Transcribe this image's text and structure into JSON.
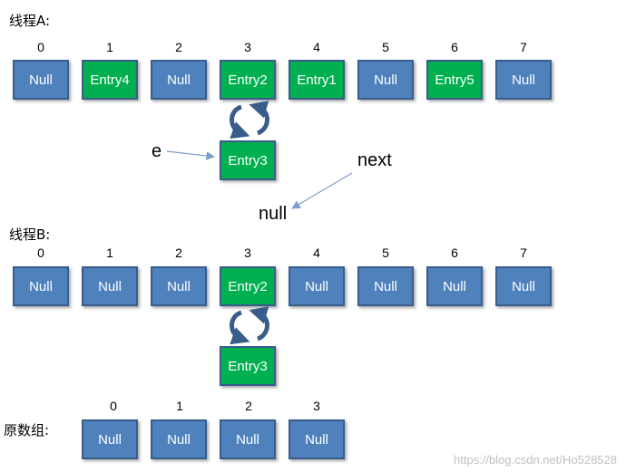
{
  "threadA": {
    "title": "线程A:",
    "indices": [
      "0",
      "1",
      "2",
      "3",
      "4",
      "5",
      "6",
      "7"
    ],
    "cells": [
      "Null",
      "Entry4",
      "Null",
      "Entry2",
      "Entry1",
      "Null",
      "Entry5",
      "Null"
    ],
    "chain_entry": "Entry3",
    "pointer_e": "e",
    "pointer_next": "next",
    "null_label": "null"
  },
  "threadB": {
    "title": "线程B:",
    "indices": [
      "0",
      "1",
      "2",
      "3",
      "4",
      "5",
      "6",
      "7"
    ],
    "cells": [
      "Null",
      "Null",
      "Null",
      "Entry2",
      "Null",
      "Null",
      "Null",
      "Null"
    ],
    "chain_entry": "Entry3"
  },
  "original": {
    "title": "原数组:",
    "indices": [
      "0",
      "1",
      "2",
      "3"
    ],
    "cells": [
      "Null",
      "Null",
      "Null",
      "Null"
    ]
  },
  "watermark": "https://blog.csdn.net/Ho528528",
  "colors": {
    "null_fill": "#4f81bd",
    "entry_fill": "#00b050",
    "border": "#385d8a",
    "cycle_arrow": "#385d8a"
  }
}
